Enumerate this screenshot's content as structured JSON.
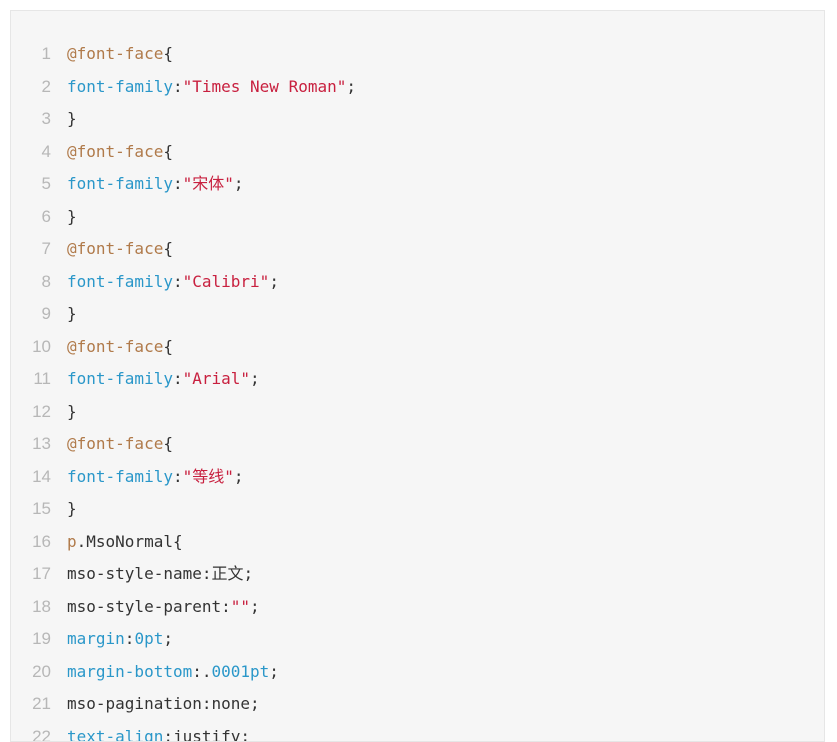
{
  "code_block": {
    "lines": [
      {
        "n": "1",
        "tokens": [
          {
            "t": "at",
            "v": "@font-face"
          },
          {
            "t": "punc",
            "v": "{"
          }
        ]
      },
      {
        "n": "2",
        "tokens": [
          {
            "t": "prop",
            "v": "font-family"
          },
          {
            "t": "punc",
            "v": ":"
          },
          {
            "t": "str",
            "v": "\"Times New Roman\""
          },
          {
            "t": "punc",
            "v": ";"
          }
        ]
      },
      {
        "n": "3",
        "tokens": [
          {
            "t": "punc",
            "v": "}"
          }
        ]
      },
      {
        "n": "4",
        "tokens": [
          {
            "t": "at",
            "v": "@font-face"
          },
          {
            "t": "punc",
            "v": "{"
          }
        ]
      },
      {
        "n": "5",
        "tokens": [
          {
            "t": "prop",
            "v": "font-family"
          },
          {
            "t": "punc",
            "v": ":"
          },
          {
            "t": "str",
            "v": "\"宋体\""
          },
          {
            "t": "punc",
            "v": ";"
          }
        ]
      },
      {
        "n": "6",
        "tokens": [
          {
            "t": "punc",
            "v": "}"
          }
        ]
      },
      {
        "n": "7",
        "tokens": [
          {
            "t": "at",
            "v": "@font-face"
          },
          {
            "t": "punc",
            "v": "{"
          }
        ]
      },
      {
        "n": "8",
        "tokens": [
          {
            "t": "prop",
            "v": "font-family"
          },
          {
            "t": "punc",
            "v": ":"
          },
          {
            "t": "str",
            "v": "\"Calibri\""
          },
          {
            "t": "punc",
            "v": ";"
          }
        ]
      },
      {
        "n": "9",
        "tokens": [
          {
            "t": "punc",
            "v": "}"
          }
        ]
      },
      {
        "n": "10",
        "tokens": [
          {
            "t": "at",
            "v": "@font-face"
          },
          {
            "t": "punc",
            "v": "{"
          }
        ]
      },
      {
        "n": "11",
        "tokens": [
          {
            "t": "prop",
            "v": "font-family"
          },
          {
            "t": "punc",
            "v": ":"
          },
          {
            "t": "str",
            "v": "\"Arial\""
          },
          {
            "t": "punc",
            "v": ";"
          }
        ]
      },
      {
        "n": "12",
        "tokens": [
          {
            "t": "punc",
            "v": "}"
          }
        ]
      },
      {
        "n": "13",
        "tokens": [
          {
            "t": "at",
            "v": "@font-face"
          },
          {
            "t": "punc",
            "v": "{"
          }
        ]
      },
      {
        "n": "14",
        "tokens": [
          {
            "t": "prop",
            "v": "font-family"
          },
          {
            "t": "punc",
            "v": ":"
          },
          {
            "t": "str",
            "v": "\"等线\""
          },
          {
            "t": "punc",
            "v": ";"
          }
        ]
      },
      {
        "n": "15",
        "tokens": [
          {
            "t": "punc",
            "v": "}"
          }
        ]
      },
      {
        "n": "16",
        "tokens": [
          {
            "t": "at",
            "v": "p"
          },
          {
            "t": "plain",
            "v": ".MsoNormal"
          },
          {
            "t": "punc",
            "v": "{"
          }
        ]
      },
      {
        "n": "17",
        "tokens": [
          {
            "t": "plain",
            "v": "mso-style-name"
          },
          {
            "t": "punc",
            "v": ":"
          },
          {
            "t": "plain",
            "v": "正文"
          },
          {
            "t": "punc",
            "v": ";"
          }
        ]
      },
      {
        "n": "18",
        "tokens": [
          {
            "t": "plain",
            "v": "mso-style-parent"
          },
          {
            "t": "punc",
            "v": ":"
          },
          {
            "t": "str",
            "v": "\"\""
          },
          {
            "t": "punc",
            "v": ";"
          }
        ]
      },
      {
        "n": "19",
        "tokens": [
          {
            "t": "prop",
            "v": "margin"
          },
          {
            "t": "punc",
            "v": ":"
          },
          {
            "t": "num",
            "v": "0pt"
          },
          {
            "t": "punc",
            "v": ";"
          }
        ]
      },
      {
        "n": "20",
        "tokens": [
          {
            "t": "prop",
            "v": "margin-bottom"
          },
          {
            "t": "punc",
            "v": ":."
          },
          {
            "t": "num",
            "v": "0001pt"
          },
          {
            "t": "punc",
            "v": ";"
          }
        ]
      },
      {
        "n": "21",
        "tokens": [
          {
            "t": "plain",
            "v": "mso-pagination"
          },
          {
            "t": "punc",
            "v": ":"
          },
          {
            "t": "plain",
            "v": "none"
          },
          {
            "t": "punc",
            "v": ";"
          }
        ]
      },
      {
        "n": "22",
        "tokens": [
          {
            "t": "prop",
            "v": "text-align"
          },
          {
            "t": "punc",
            "v": ":"
          },
          {
            "t": "plain",
            "v": "justify"
          },
          {
            "t": "punc",
            "v": ";"
          }
        ]
      }
    ]
  },
  "colors": {
    "background": "#f6f6f6",
    "line_number": "#b7b7b7",
    "at_rule": "#b07a4a",
    "property": "#2a97c9",
    "string": "#c8203f",
    "plain": "#333333"
  }
}
